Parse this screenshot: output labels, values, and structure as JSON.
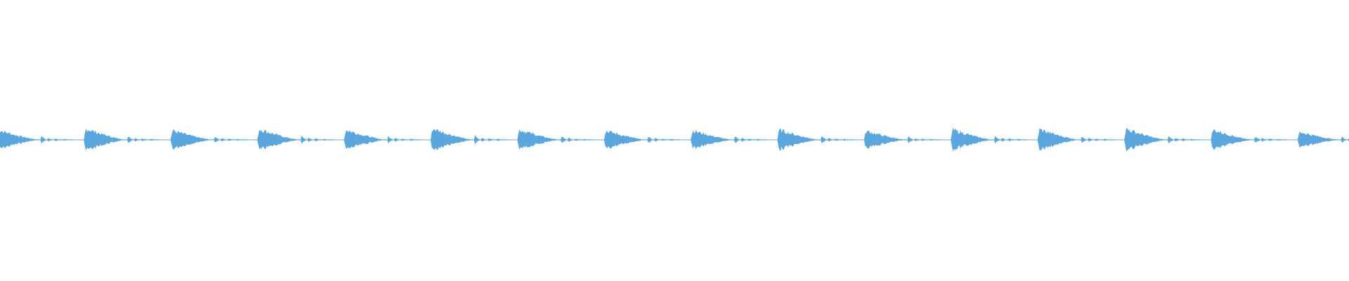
{
  "waveform": {
    "color": "#5aa7e0",
    "background": "#ffffff",
    "segment_count": 16,
    "pattern": [
      {
        "peak": 1.0,
        "decay": 0.72,
        "length": 0.5
      },
      {
        "peak": 0.45,
        "decay": 0.6,
        "length": 0.08
      },
      {
        "peak": 0.25,
        "decay": 0.5,
        "length": 0.08
      },
      {
        "peak": 0.15,
        "decay": 0.5,
        "length": 0.1
      },
      {
        "peak": 0.1,
        "decay": 0.5,
        "length": 0.12
      }
    ],
    "segment_peaks": [
      0.85,
      1.0,
      0.82,
      0.95,
      0.88,
      1.0,
      0.9,
      0.8,
      0.82,
      0.88,
      0.78,
      0.9,
      0.92,
      0.95,
      0.88,
      0.7
    ]
  }
}
